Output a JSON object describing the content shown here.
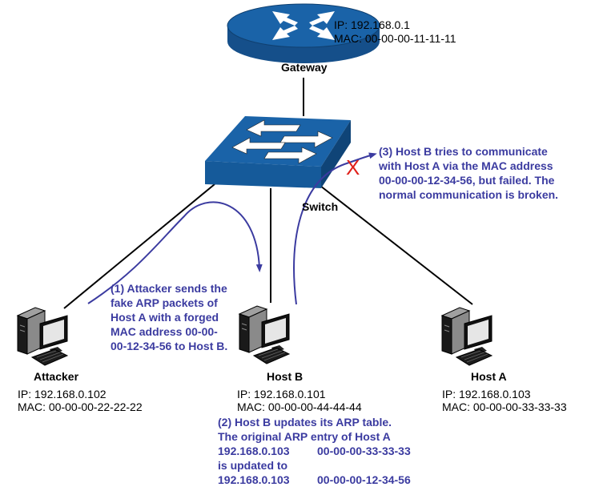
{
  "colors": {
    "device_blue": "#1a5fa0",
    "annotation": "#3b3ba0",
    "fail_mark": "#e0201a",
    "link": "#000000"
  },
  "gateway": {
    "label": "Gateway",
    "ip": "IP: 192.168.0.1",
    "mac": "MAC: 00-00-00-11-11-11",
    "icon": "router-icon"
  },
  "switch": {
    "label": "Switch",
    "icon": "switch-icon"
  },
  "hosts": [
    {
      "label": "Attacker",
      "ip": "IP: 192.168.0.102",
      "mac": "MAC: 00-00-00-22-22-22",
      "icon": "computer-icon"
    },
    {
      "label": "Host B",
      "ip": "IP: 192.168.0.101",
      "mac": "MAC: 00-00-00-44-44-44",
      "icon": "computer-icon"
    },
    {
      "label": "Host A",
      "ip": "IP: 192.168.0.103",
      "mac": "MAC: 00-00-00-33-33-33",
      "icon": "computer-icon"
    }
  ],
  "steps": {
    "step1": [
      "(1) Attacker sends the",
      "fake ARP packets of",
      "Host A with a forged",
      "MAC address 00-00-",
      "00-12-34-56 to Host B."
    ],
    "step2": {
      "lines": [
        "(2) Host B updates its ARP table.",
        "The original ARP entry of Host A"
      ],
      "original_entry": {
        "ip": "192.168.0.103",
        "mac": "00-00-00-33-33-33"
      },
      "updated_text": "is updated to",
      "updated_entry": {
        "ip": "192.168.0.103",
        "mac": "00-00-00-12-34-56"
      }
    },
    "step3": [
      "(3) Host B tries to communicate",
      "with Host A via the MAC address",
      "00-00-00-12-34-56, but failed. The",
      "normal communication is broken."
    ]
  },
  "fail_mark": "X"
}
